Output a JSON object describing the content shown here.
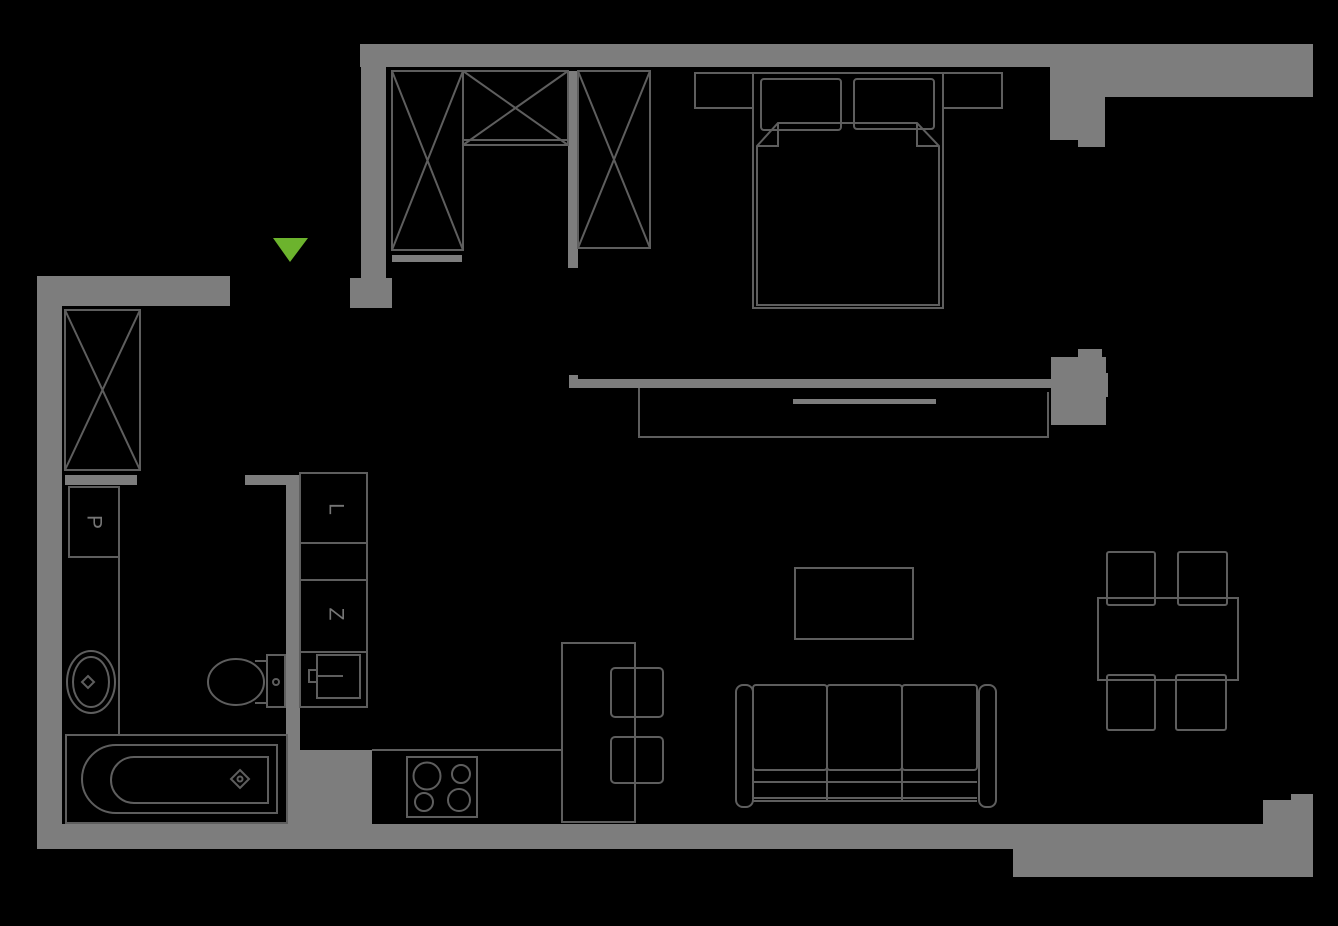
{
  "colors": {
    "background": "#000000",
    "wall": "#7d7d7d",
    "furniture_line": "#5e5e5e",
    "label_text": "#757575",
    "entrance_accent": "#6cb32d"
  },
  "labels": {
    "washing_machine": "P",
    "fridge": "L",
    "dishwasher": "Z"
  },
  "icons": {
    "entrance_marker": "down-triangle-icon"
  }
}
